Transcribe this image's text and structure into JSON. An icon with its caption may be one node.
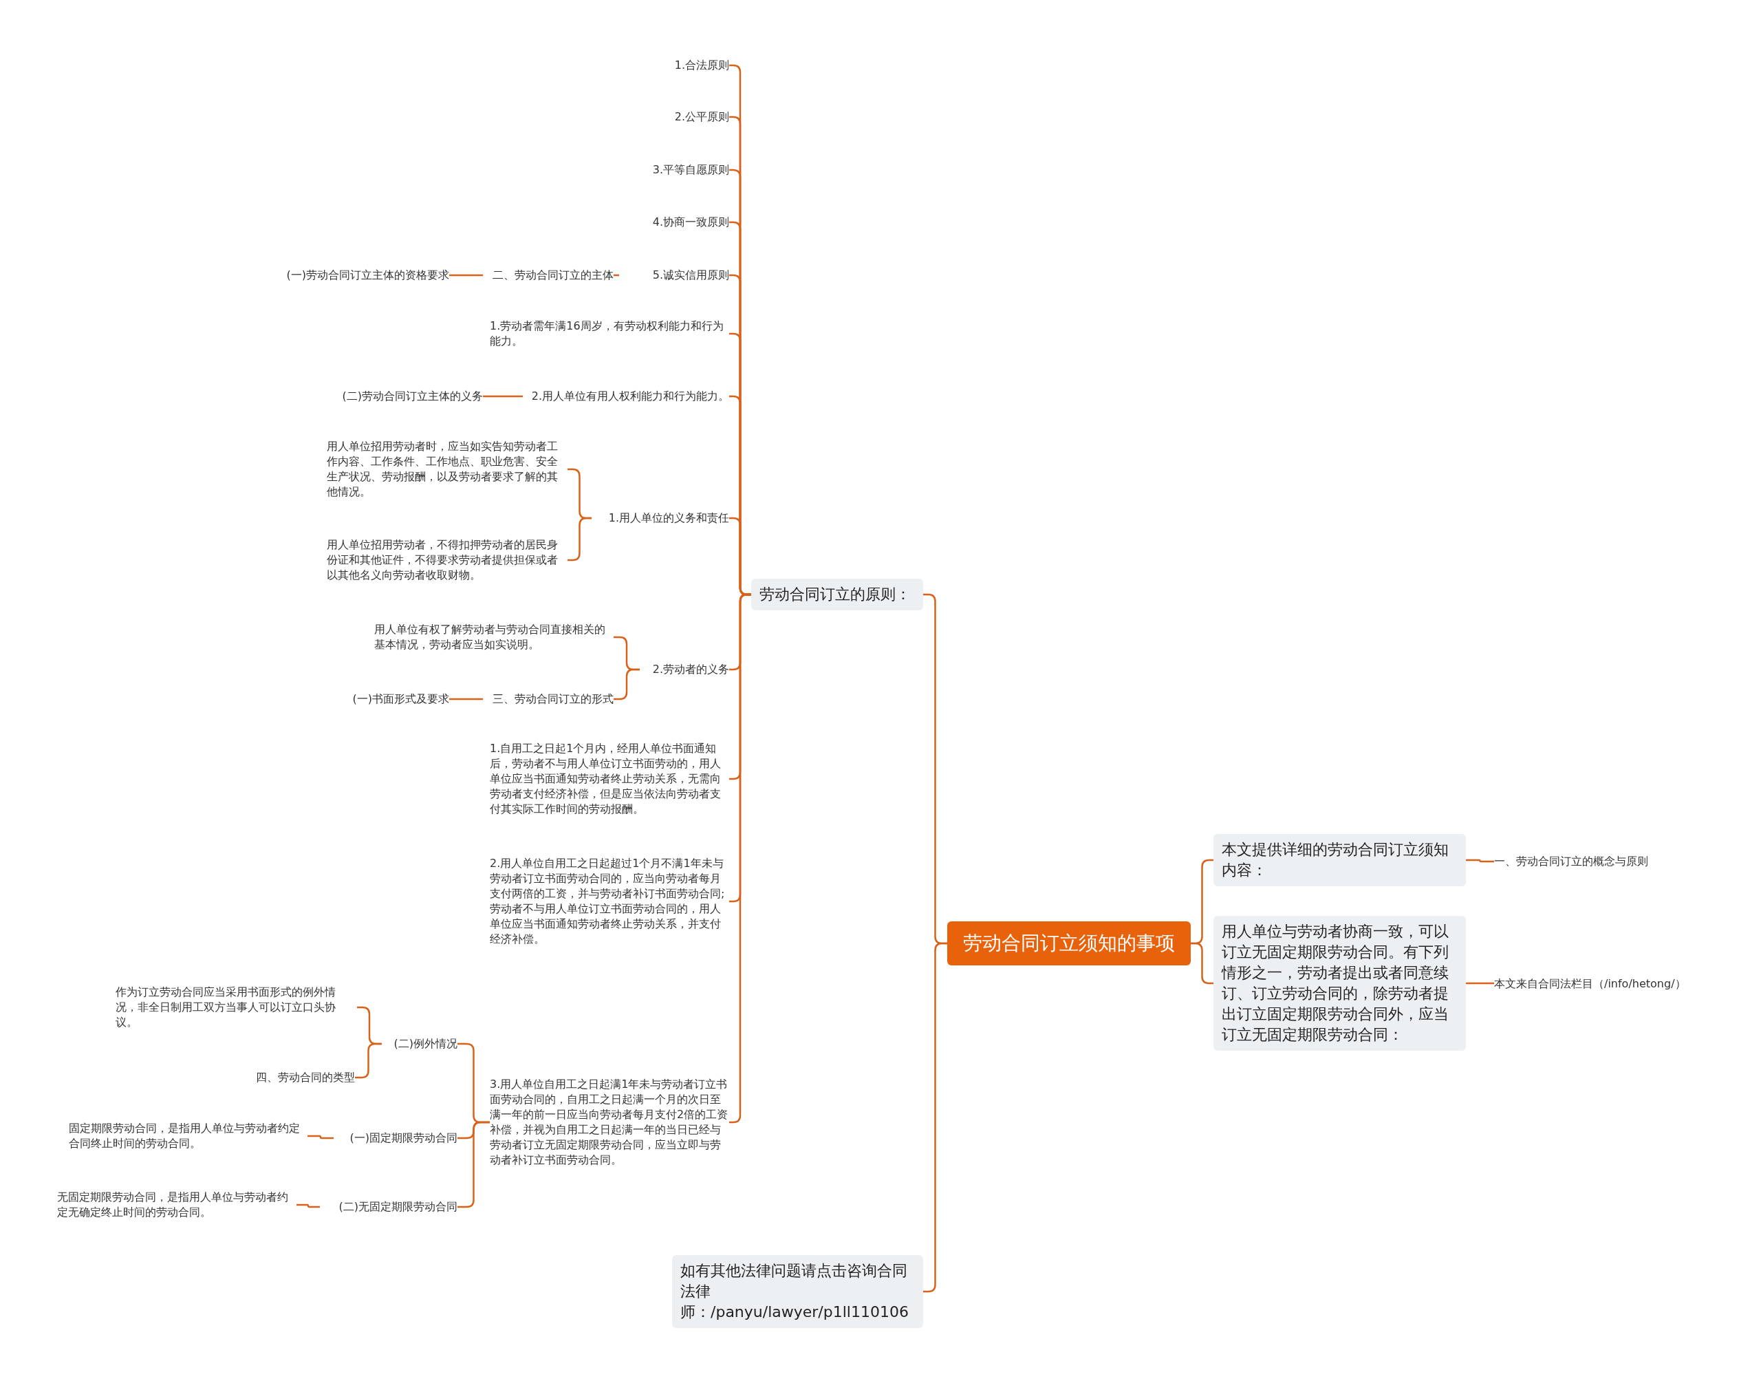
{
  "diagram": {
    "nodes": [
      {
        "text": [
          "劳动合同订立须知的事项"
        ]
      },
      {
        "text": [
          "劳动合同订立的原则："
        ]
      },
      {
        "text": [
          "1.合法原则"
        ]
      },
      {
        "text": [
          "2.公平原则"
        ]
      },
      {
        "text": [
          "3.平等自愿原则"
        ]
      },
      {
        "text": [
          "4.协商一致原则"
        ]
      },
      {
        "text": [
          "5.诚实信用原则"
        ]
      },
      {
        "text": [
          "二、劳动合同订立的主体"
        ]
      },
      {
        "text": [
          "(一)劳动合同订立主体的资格要求"
        ]
      },
      {
        "text": [
          "1.劳动者需年满16周岁，有劳动权利能力和行为能力。"
        ]
      },
      {
        "text": [
          "2.用人单位有用人权利能力和行为能力。"
        ]
      },
      {
        "text": [
          "(二)劳动合同订立主体的义务"
        ]
      },
      {
        "text": [
          "1.用人单位的义务和责任"
        ]
      },
      {
        "text": [
          "用人单位招用劳动者时，应当如实告知劳动者工作内容、工作条件、工作地点、职业危害、安全生产状况、劳动报酬，以及劳动者要求了解的其他情况。"
        ]
      },
      {
        "text": [
          "用人单位招用劳动者，不得扣押劳动者的居民身份证和其他证件，不得要求劳动者提供担保或者以其他名义向劳动者收取财物。"
        ]
      },
      {
        "text": [
          "2.劳动者的义务"
        ]
      },
      {
        "text": [
          "用人单位有权了解劳动者与劳动合同直接相关的基本情况，劳动者应当如实说明。"
        ]
      },
      {
        "text": [
          "三、劳动合同订立的形式"
        ]
      },
      {
        "text": [
          "(一)书面形式及要求"
        ]
      },
      {
        "text": [
          "1.自用工之日起1个月内，经用人单位书面通知后，劳动者不与用人单位订立书面劳动的，用人单位应当书面通知劳动者终止劳动关系，无需向劳动者支付经济补偿，但是应当依法向劳动者支付其实际工作时间的劳动报酬。"
        ]
      },
      {
        "text": [
          "2.用人单位自用工之日起超过1个月不满1年未与劳动者订立书面劳动合同的，应当向劳动者每月支付两倍的工资，并与劳动者补订书面劳动合同;劳动者不与用人单位订立书面劳动合同的，用人单位应当书面通知劳动者终止劳动关系，并支付经济补偿。"
        ]
      },
      {
        "text": [
          "3.用人单位自用工之日起满1年未与劳动者订立书面劳动合同的，自用工之日起满一个月的次日至满一年的前一日应当向劳动者每月支付2倍的工资补偿，并视为自用工之日起满一年的当日已经与劳动者订立无固定期限劳动合同，应当立即与劳动者补订立书面劳动合同。"
        ]
      },
      {
        "text": [
          "(二)例外情况"
        ]
      },
      {
        "text": [
          "作为订立劳动合同应当采用书面形式的例外情况，非全日制用工双方当事人可以订立口头协议。"
        ]
      },
      {
        "text": [
          "四、劳动合同的类型"
        ]
      },
      {
        "text": [
          "(一)固定期限劳动合同"
        ]
      },
      {
        "text": [
          "固定期限劳动合同，是指用人单位与劳动者约定合同终止时间的劳动合同。"
        ]
      },
      {
        "text": [
          "(二)无固定期限劳动合同"
        ]
      },
      {
        "text": [
          "无固定期限劳动合同，是指用人单位与劳动者约定无确定终止时间的劳动合同。"
        ]
      },
      {
        "text": [
          "如有其他法律问题请点击咨询合同法律师：/panyu/lawyer/p1ll110106"
        ]
      },
      {
        "text": [
          "本文提供详细的劳动合同订立须知内容："
        ]
      },
      {
        "text": [
          "一、劳动合同订立的概念与原则"
        ]
      },
      {
        "text": [
          "用人单位与劳动者协商一致，可以订立无固定期限劳动合同。有下列情形之一，劳动者提出或者同意续订、订立劳动合同的，除劳动者提出订立固定期限劳动合同外，应当订立无固定期限劳动合同："
        ]
      },
      {
        "text": [
          "本文来自合同法栏目（/info/hetong/）"
        ]
      }
    ],
    "edges": [
      {
        "from": 0,
        "to": 1,
        "arrow": "none"
      },
      {
        "from": 0,
        "to": 29,
        "arrow": "none"
      },
      {
        "from": 0,
        "to": 30,
        "arrow": "none"
      },
      {
        "from": 0,
        "to": 32,
        "arrow": "none"
      },
      {
        "from": 30,
        "to": 31,
        "arrow": "none"
      },
      {
        "from": 32,
        "to": 33,
        "arrow": "none"
      },
      {
        "from": 1,
        "to": 2,
        "arrow": "none"
      },
      {
        "from": 1,
        "to": 3,
        "arrow": "none"
      },
      {
        "from": 1,
        "to": 4,
        "arrow": "none"
      },
      {
        "from": 1,
        "to": 5,
        "arrow": "none"
      },
      {
        "from": 1,
        "to": 6,
        "arrow": "none"
      },
      {
        "from": 6,
        "to": 7,
        "arrow": "none"
      },
      {
        "from": 7,
        "to": 8,
        "arrow": "none"
      },
      {
        "from": 1,
        "to": 9,
        "arrow": "none"
      },
      {
        "from": 1,
        "to": 10,
        "arrow": "none"
      },
      {
        "from": 10,
        "to": 11,
        "arrow": "none"
      },
      {
        "from": 1,
        "to": 12,
        "arrow": "none"
      },
      {
        "from": 12,
        "to": 13,
        "arrow": "none"
      },
      {
        "from": 12,
        "to": 14,
        "arrow": "none"
      },
      {
        "from": 1,
        "to": 15,
        "arrow": "none"
      },
      {
        "from": 15,
        "to": 16,
        "arrow": "none"
      },
      {
        "from": 15,
        "to": 17,
        "arrow": "none"
      },
      {
        "from": 17,
        "to": 18,
        "arrow": "none"
      },
      {
        "from": 1,
        "to": 19,
        "arrow": "none"
      },
      {
        "from": 1,
        "to": 20,
        "arrow": "none"
      },
      {
        "from": 1,
        "to": 21,
        "arrow": "none"
      },
      {
        "from": 21,
        "to": 22,
        "arrow": "none"
      },
      {
        "from": 22,
        "to": 23,
        "arrow": "none"
      },
      {
        "from": 22,
        "to": 24,
        "arrow": "none"
      },
      {
        "from": 21,
        "to": 25,
        "arrow": "none"
      },
      {
        "from": 25,
        "to": 26,
        "arrow": "none"
      },
      {
        "from": 21,
        "to": 27,
        "arrow": "none"
      },
      {
        "from": 27,
        "to": 28,
        "arrow": "none"
      }
    ]
  }
}
